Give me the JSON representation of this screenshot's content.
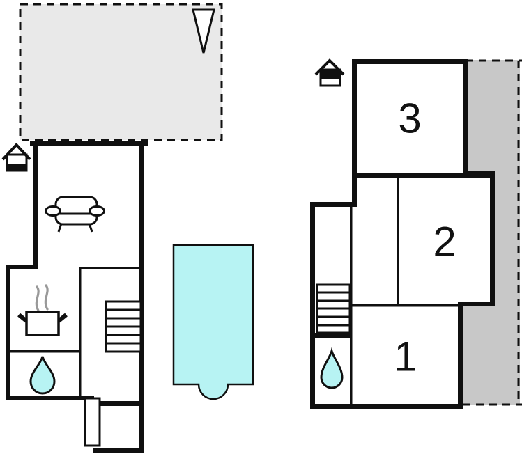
{
  "colors": {
    "wall": "#101010",
    "water_fill": "#b7f3f3",
    "terrace_fill": "#e9e9e9",
    "balcony_fill": "#c8c8c8",
    "steam": "#999999",
    "background": "#ffffff"
  },
  "upper_floor": {
    "rooms": [
      {
        "label": "1"
      },
      {
        "label": "2"
      },
      {
        "label": "3"
      }
    ]
  },
  "icons": {
    "north_arrow": "north-arrow-icon",
    "ground_entrance": "house-entrance-icon",
    "upper_entrance": "house-entrance-icon",
    "sofa": "sofa-icon",
    "cooking_pot": "cooking-pot-icon",
    "steam": "steam-icon",
    "stairs_ground": "stairs-icon",
    "stairs_upper": "stairs-icon",
    "water_ground": "water-drop-icon",
    "water_upper": "water-drop-icon",
    "pool": "swimming-pool-icon"
  }
}
